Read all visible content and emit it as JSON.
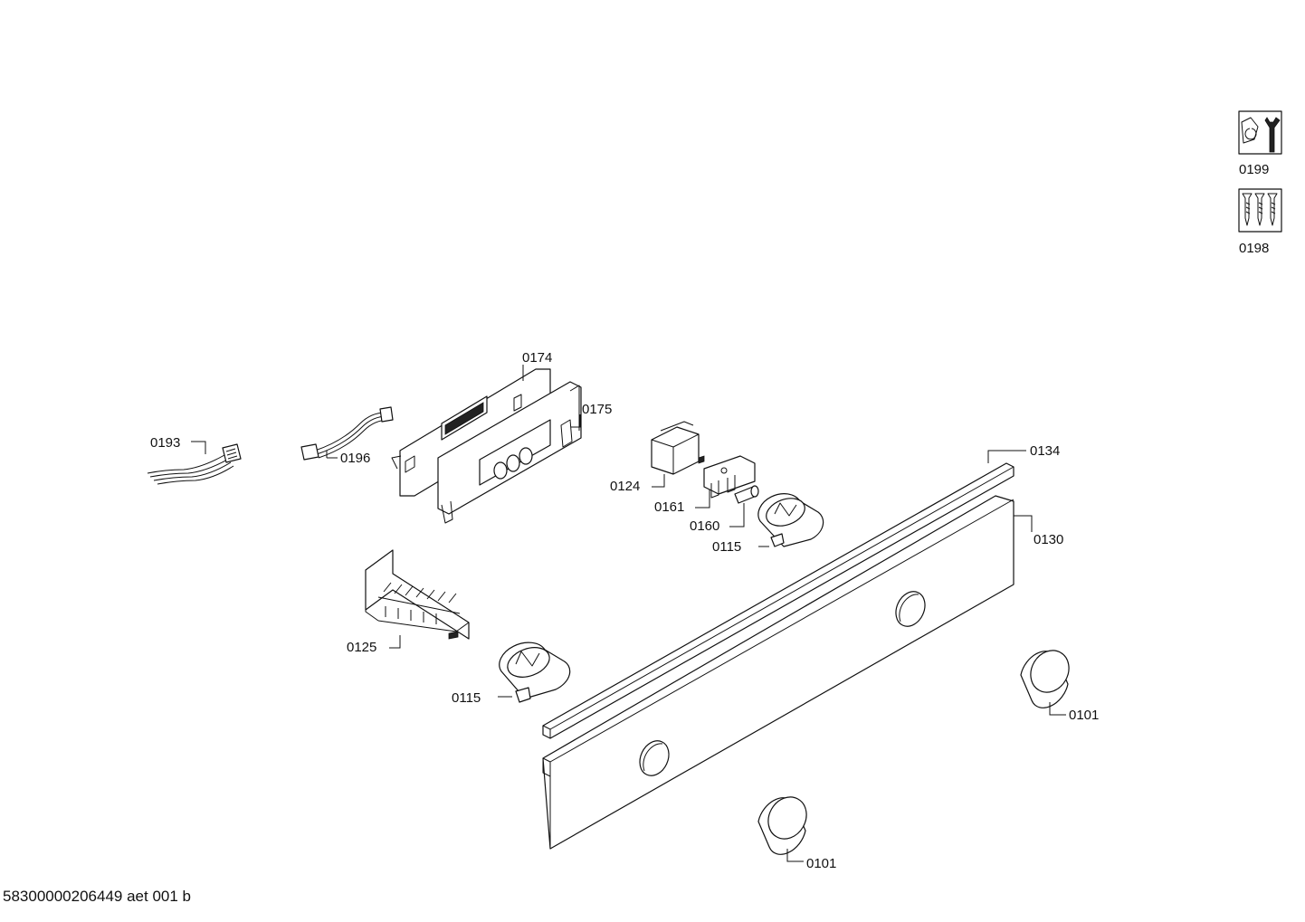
{
  "labels": {
    "p0199": "0199",
    "p0198": "0198",
    "p0174": "0174",
    "p0175": "0175",
    "p0193": "0193",
    "p0196": "0196",
    "p0134": "0134",
    "p0124": "0124",
    "p0161": "0161",
    "p0160": "0160",
    "p0130": "0130",
    "p0115_a": "0115",
    "p0125": "0125",
    "p0115_b": "0115",
    "p0101_a": "0101",
    "p0101_b": "0101"
  },
  "footer": "58300000206449 aet 001 b",
  "icons": {
    "tool_kit": "wrench-icon",
    "screw_kit": "screws-icon"
  }
}
